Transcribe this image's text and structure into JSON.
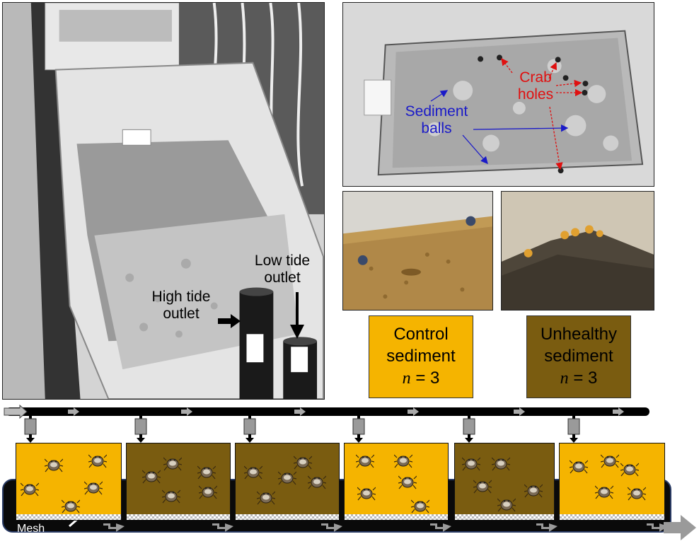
{
  "labels": {
    "high_tide": "High tide outlet",
    "low_tide": "Low tide outlet",
    "crab_holes": "Crab holes",
    "sediment_balls": "Sediment balls",
    "mesh": "Mesh"
  },
  "treatments": [
    {
      "name": "Control sediment",
      "n_label": "n",
      "n_value": "= 3",
      "color": "#f5b400"
    },
    {
      "name": "Unhealthy sediment",
      "n_label": "n",
      "n_value": "= 3",
      "color": "#7a5c10"
    }
  ],
  "tanks": [
    {
      "treatment": "control",
      "color": "#f5b400",
      "crabs": 5
    },
    {
      "treatment": "unhealthy",
      "color": "#7a5c10",
      "crabs": 5
    },
    {
      "treatment": "unhealthy",
      "color": "#7a5c10",
      "crabs": 5
    },
    {
      "treatment": "control",
      "color": "#f5b400",
      "crabs": 5
    },
    {
      "treatment": "unhealthy",
      "color": "#7a5c10",
      "crabs": 5
    },
    {
      "treatment": "control",
      "color": "#f5b400",
      "crabs": 5
    }
  ],
  "colors": {
    "control": "#f5b400",
    "unhealthy": "#7a5c10",
    "pipe": "#000000",
    "arrow_red": "#e01010",
    "arrow_blue": "#1a1ac8"
  }
}
